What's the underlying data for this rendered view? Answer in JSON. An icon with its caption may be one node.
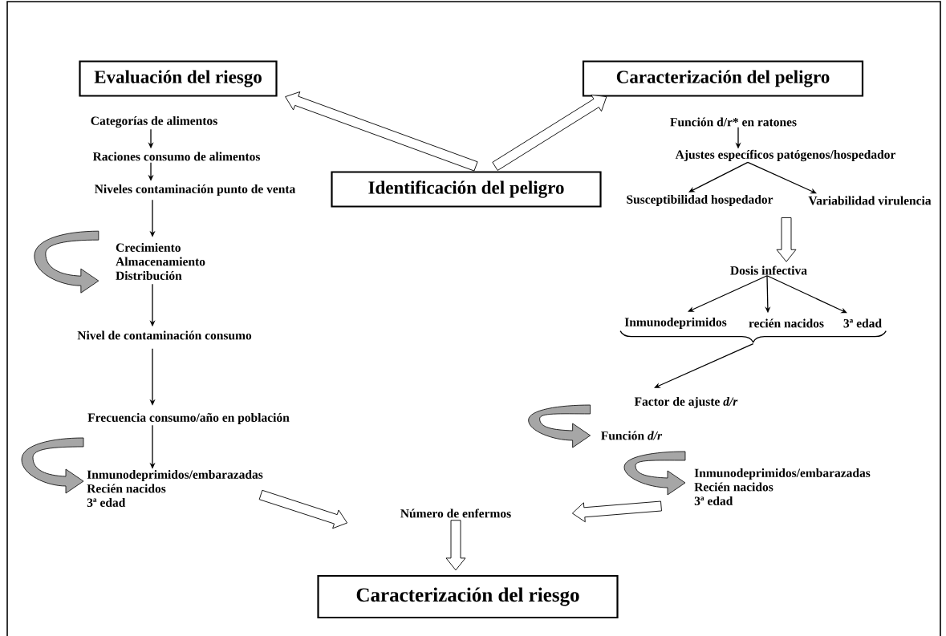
{
  "diagram": {
    "nodes": [
      {
        "text": [
          "Evaluación del riesgo"
        ]
      },
      {
        "text": [
          "Caracterización del peligro"
        ]
      },
      {
        "text": [
          "Identificación del peligro"
        ]
      },
      {
        "text": [
          "Categorías de alimentos"
        ]
      },
      {
        "text": [
          "Raciones consumo de alimentos"
        ]
      },
      {
        "text": [
          "Niveles contaminación punto de venta"
        ]
      },
      {
        "text": [
          "Crecimiento",
          "Almacenamiento",
          "Distribución"
        ]
      },
      {
        "text": [
          "Nivel de contaminación consumo"
        ]
      },
      {
        "text": [
          "Frecuencia consumo/año en población"
        ]
      },
      {
        "text": [
          "Inmunodeprimidos/embarazadas",
          "Recién nacidos",
          "3ª edad"
        ]
      },
      {
        "text": [
          "Número de enfermos"
        ]
      },
      {
        "text": [
          "Caracterización del riesgo"
        ]
      },
      {
        "text": [
          "Función d/r* en ratones"
        ]
      },
      {
        "text": [
          "Ajustes específicos patógenos/hospedador"
        ]
      },
      {
        "text": [
          "Susceptibilidad hospedador"
        ]
      },
      {
        "text": [
          "Variabilidad virulencia"
        ]
      },
      {
        "text": [
          "Dosis infectiva"
        ]
      },
      {
        "text": [
          "Inmunodeprimidos"
        ]
      },
      {
        "text": [
          "recién nacidos"
        ]
      },
      {
        "text": [
          "3ª edad"
        ]
      },
      {
        "text": [
          "Factor de ajuste *d/r*"
        ]
      },
      {
        "text": [
          "Función *d/r*"
        ]
      },
      {
        "text": [
          "Inmunodeprimidos/embarazadas",
          "Recién nacidos",
          "3ª edad"
        ]
      }
    ],
    "edges": [
      {
        "from": 2,
        "to": 0,
        "arrow": "to",
        "style": "thick"
      },
      {
        "from": 2,
        "to": 1,
        "arrow": "to",
        "style": "thick"
      },
      {
        "from": 3,
        "to": 4,
        "arrow": "to"
      },
      {
        "from": 4,
        "to": 5,
        "arrow": "to"
      },
      {
        "from": 5,
        "to": 6,
        "arrow": "to"
      },
      {
        "from": 6,
        "to": 7,
        "arrow": "to"
      },
      {
        "from": 7,
        "to": 8,
        "arrow": "to"
      },
      {
        "from": 8,
        "to": 9,
        "arrow": "to"
      },
      {
        "from": null,
        "to": 6,
        "arrow": "to",
        "style": "thick",
        "color": "#a6a6a6"
      },
      {
        "from": null,
        "to": 9,
        "arrow": "to",
        "style": "thick",
        "color": "#a6a6a6"
      },
      {
        "from": 9,
        "to": 10,
        "arrow": "to",
        "style": "thick"
      },
      {
        "from": 12,
        "to": 13,
        "arrow": "to"
      },
      {
        "from": 13,
        "to": 14,
        "arrow": "to"
      },
      {
        "from": 13,
        "to": 15,
        "arrow": "to"
      },
      {
        "from": 14,
        "to": 16,
        "arrow": "to",
        "style": "thick"
      },
      {
        "from": 15,
        "to": 16,
        "arrow": "to",
        "style": "thick"
      },
      {
        "from": 16,
        "to": 17,
        "arrow": "to"
      },
      {
        "from": 16,
        "to": 18,
        "arrow": "to"
      },
      {
        "from": 16,
        "to": 19,
        "arrow": "to"
      },
      {
        "from": 17,
        "to": 20,
        "arrow": "to"
      },
      {
        "from": 18,
        "to": 20,
        "arrow": "to"
      },
      {
        "from": 19,
        "to": 20,
        "arrow": "to"
      },
      {
        "from": null,
        "to": 21,
        "arrow": "to",
        "style": "thick",
        "color": "#a6a6a6"
      },
      {
        "from": null,
        "to": 22,
        "arrow": "to",
        "style": "thick",
        "color": "#a6a6a6"
      },
      {
        "from": 22,
        "to": 10,
        "arrow": "to",
        "style": "thick"
      },
      {
        "from": 10,
        "to": 11,
        "arrow": "to",
        "style": "thick"
      }
    ]
  }
}
